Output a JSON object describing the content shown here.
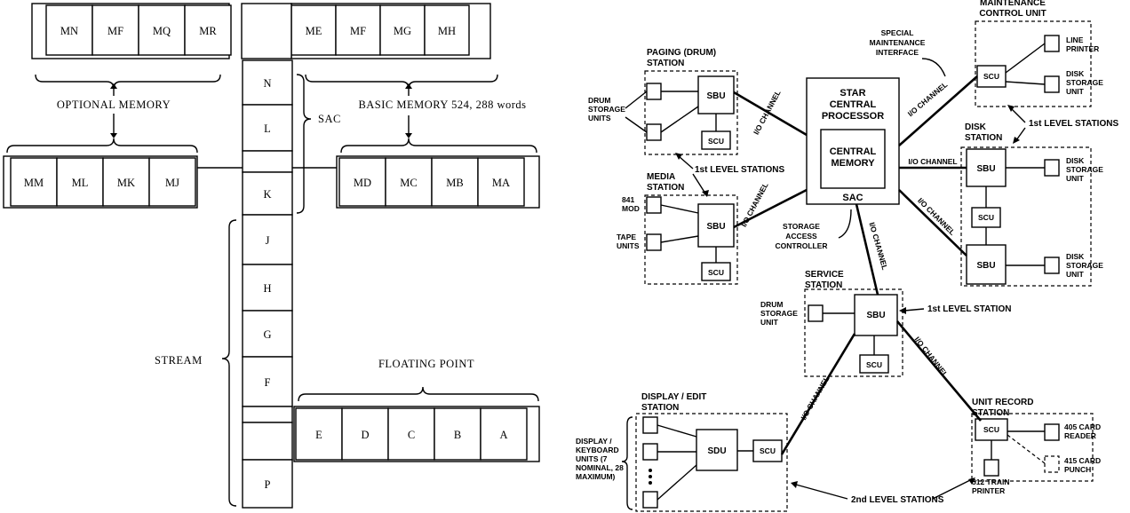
{
  "left": {
    "optional_memory_top": [
      "MN",
      "MF",
      "MQ",
      "MR"
    ],
    "basic_memory_top": [
      "ME",
      "MF",
      "MG",
      "MH"
    ],
    "optional_memory_bottom": [
      "MM",
      "ML",
      "MK",
      "MJ"
    ],
    "basic_memory_bottom": [
      "MD",
      "MC",
      "MB",
      "MA"
    ],
    "sac_units": [
      "N",
      "L",
      "K"
    ],
    "stream_units": [
      "J",
      "H",
      "G",
      "F",
      "P"
    ],
    "floating_point_units": [
      "E",
      "D",
      "C",
      "B",
      "A"
    ],
    "labels": {
      "optional_memory": "OPTIONAL MEMORY",
      "basic_memory": "BASIC MEMORY 524, 288 words",
      "sac": "SAC",
      "stream": "STREAM",
      "floating_point": "FLOATING POINT"
    }
  },
  "right": {
    "central": {
      "line1": "STAR",
      "line2": "CENTRAL",
      "line3": "PROCESSOR",
      "memory1": "CENTRAL",
      "memory2": "MEMORY",
      "sac": "SAC",
      "special1": "SPECIAL",
      "special2": "MAINTENANCE",
      "special3": "INTERFACE",
      "storage1": "STORAGE",
      "storage2": "ACCESS",
      "storage3": "CONTROLLER"
    },
    "paging": {
      "title1": "PAGING (DRUM)",
      "title2": "STATION",
      "sbu": "SBU",
      "scu": "SCU",
      "drum1": "DRUM",
      "drum2": "STORAGE",
      "drum3": "UNITS"
    },
    "media": {
      "title1": "MEDIA",
      "title2": "STATION",
      "sbu": "SBU",
      "scu": "SCU",
      "mod1": "841",
      "mod2": "MOD",
      "tape1": "TAPE",
      "tape2": "UNITS"
    },
    "maintenance": {
      "title1": "MAINTENANCE",
      "title2": "CONTROL UNIT",
      "scu": "SCU",
      "lp1": "LINE",
      "lp2": "PRINTER",
      "disk1": "DISK",
      "disk2": "STORAGE",
      "disk3": "UNIT"
    },
    "disk_station": {
      "title1": "DISK",
      "title2": "STATION",
      "sbu_top": "SBU",
      "scu": "SCU",
      "sbu_bottom": "SBU",
      "disk1_1": "DISK",
      "disk1_2": "STORAGE",
      "disk1_3": "UNIT",
      "disk2_1": "DISK",
      "disk2_2": "STORAGE",
      "disk2_3": "UNIT"
    },
    "service": {
      "title1": "SERVICE",
      "title2": "STATION",
      "sbu": "SBU",
      "scu": "SCU",
      "drum1": "DRUM",
      "drum2": "STORAGE",
      "drum3": "UNIT"
    },
    "display": {
      "title1": "DISPLAY / EDIT",
      "title2": "STATION",
      "sdu": "SDU",
      "scu": "SCU",
      "units1": "DISPLAY /",
      "units2": "KEYBOARD",
      "units3": "UNITS (7",
      "units4": "NOMINAL, 28",
      "units5": "MAXIMUM)"
    },
    "unit_record": {
      "title1": "UNIT RECORD",
      "title2": "STATION",
      "scu": "SCU",
      "reader1": "405 CARD",
      "reader2": "READER",
      "punch1": "415 CARD",
      "punch2": "PUNCH",
      "printer1": "512 TRAIN",
      "printer2": "PRINTER"
    },
    "channels": {
      "io": "I/O CHANNEL"
    },
    "levels": {
      "first_stations": "1st LEVEL STATIONS",
      "first_stations_2": "1st LEVEL STATIONS",
      "first_station": "1st LEVEL STATION",
      "second_stations": "2nd LEVEL STATIONS"
    }
  }
}
